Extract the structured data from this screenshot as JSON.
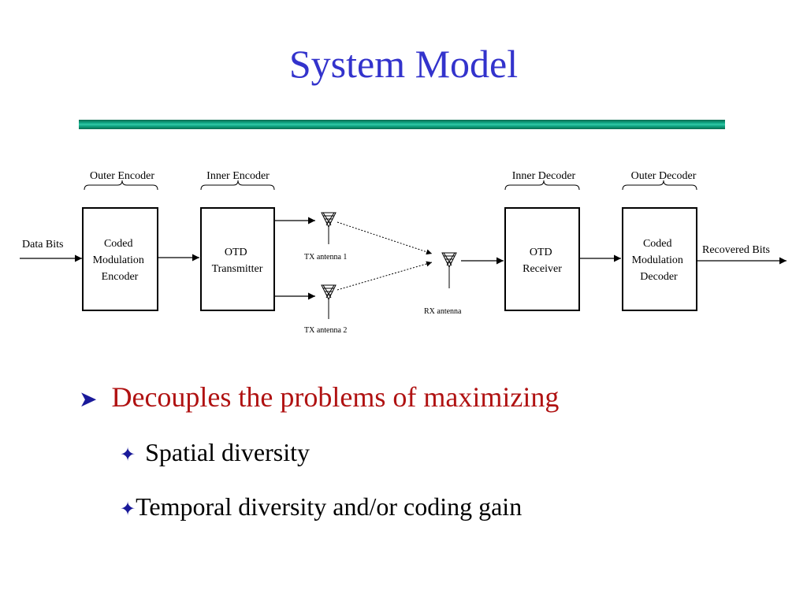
{
  "slide": {
    "title": "System Model",
    "bullet_main": "Decouples the problems of maximizing",
    "sub_bullets": [
      "Spatial diversity",
      "Temporal diversity and/or coding gain"
    ]
  },
  "diagram": {
    "data_bits": "Data Bits",
    "recovered_bits": "Recovered Bits",
    "groups": [
      "Outer Encoder",
      "Inner Encoder",
      "Inner Decoder",
      "Outer Decoder"
    ],
    "blocks": [
      [
        "Coded",
        "Modulation",
        "Encoder"
      ],
      [
        "OTD",
        "Transmitter"
      ],
      [
        "OTD",
        "Receiver"
      ],
      [
        "Coded",
        "Modulation",
        "Decoder"
      ]
    ],
    "antennas": [
      "TX antenna 1",
      "TX antenna 2",
      "RX antenna"
    ]
  },
  "icons": {
    "bullet": "arrowhead-bullet-icon",
    "sub_bullet": "four-point-star-icon"
  },
  "colors": {
    "title": "#3333cc",
    "bullet_main": "#b01212",
    "divider": "#11aa88",
    "bullet_icons": "#1a1a9a"
  }
}
